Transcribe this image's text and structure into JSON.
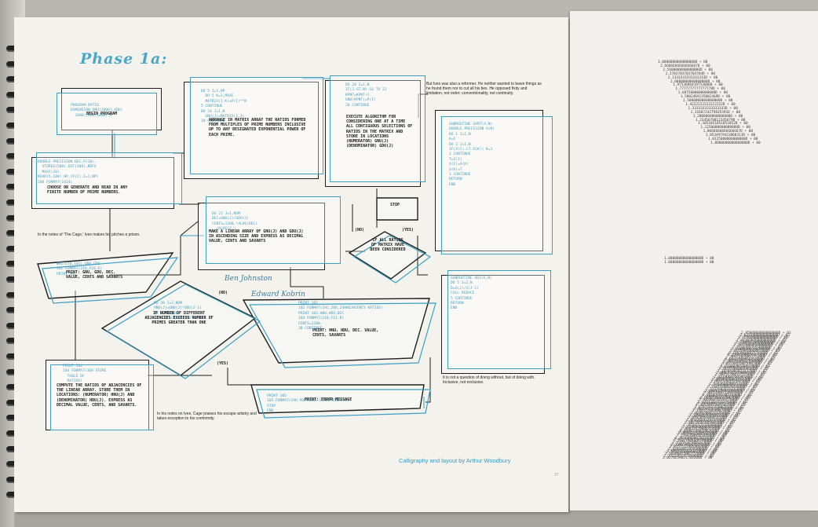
{
  "left_page": {
    "title": "Phase 1a:",
    "credit": "Calligraphy and layout by Arthur Woodbury",
    "page_number": "27",
    "notes": {
      "cage_prison": "In the notes of 'The Cage,' Ives makes his pitches a prison.",
      "cage_praise": "In his notes on Ives, Cage praises his escape artistry and takes exception to his conformity.",
      "reformer": "But Ives was also a reformer. He neither wanted to leave things as he found them nor to cut all his ties. He opposed fixity and limitation, not order; conventionality, not continuity.",
      "without": "It is not a question of doing without, but of doing with. Inclusive, not exclusive."
    },
    "boxes": {
      "begin": "BEGIN PROGRAM",
      "choose_read": "CHOOSE OR GENERATE AND READ IN ANY FINITE NUMBER OF PRIME NUMBERS.",
      "arrange_matrix": "ARRANGE IN MATRIX ARRAY THE RATIOS FORMED FROM MULTIPLES OF PRIME NUMBERS INCLUSIVE UP TO ANY DESIGNATED EXPONENTIAL POWER OF EACH PRIME.",
      "execute": "EXECUTE ALGORITHM FOR CONSIDERING ONE AT A TIME ALL CONTIGUOUS SELECTIONS OF RATIOS IN THE MATRIX AND STORE IN LOCATIONS (NUMERATOR) GNU(J) (DENOMINATOR) GDU(J)",
      "linear_array": "MAKE A LINEAR ARRAY OF GNU(J) AND GDU(J) IN ASCENDING SIZE AND EXPRESS AS DECIMAL VALUE, CENTS AND SAVARTS",
      "stop": "STOP",
      "all_ratios": "IF ALL RATIOS OF MATRIX HAVE BEEN CONSIDERED",
      "print1": "PRINT: GNU, GDU, DEC. VALUE, CENTS AND SAVARTS",
      "diamond": "IF NUMBER OF DIFFERENT ADJACENCIES EXCEEDS NUMBER OF PRIMES GREATER THAN ONE",
      "print2": "PRINT: HNU, HDU, DEC. VALUE, CENTS, SAVARTS",
      "compute": "COMPUTE THE RATIOS OF ADJACENCIES OF THE LINEAR ARRAY. STORE THEM IN LOCATIONS: (NUMERATOR) HNU(J) AND (DENOMINATOR) HDU(J). EXPRESS AS DECIMAL VALUE, CENTS, AND SAVARTS.",
      "error": "PRINT: ERROR MESSAGE"
    },
    "flow_labels": {
      "no1": "(NO)",
      "yes1": "(YES)",
      "no2": "(NO)",
      "yes2": "(YES)"
    },
    "names": {
      "johnston": "Ben Johnston",
      "kobrin": "Edward Kobrin"
    },
    "code": {
      "c1": "PROGRAM RATIO\nDIMENSION GNU(1000),GDU(\n  1000),HNU(1000),H",
      "c2": "DOUBLE PRECISION DEC,P(10),\n  STOREG(500),DIF(100),NDFS\n  MAXY(20)\nREAD(5,100) NP,(P(I),I=1,NP)\n100 FORMAT(10I4)",
      "c3": "DO 5 I=1,NP\n  DO 5 K=1,MAXE\n  MATRIX(I,K)=P(I)**K\n5 CONTINUE\nDO 10 J=1,N\n  GNU(J)=MATRIX(1,J)\n10 CONTINUE",
      "c4": "DO 20 I=1,N\nIF(J.GT.N) GO TO 22\nKPNT=KPNT+1\nGNU(KPNT)=P(I)\n20 CONTINUE",
      "c5": "DO 25 J=1,NUM\nDEC=GNU(J)/GDU(J)\nCENTS=1200.*ALOG(DEC)\n  /ALOG(2.)",
      "c6": "WRITE(6,101) GNU,GDU\n101 FORMAT(2I8,F10.6)\nPRINT 101",
      "c7": "DO 30 J=2,NUM\nHNU(J)=GNU(J)*GDU(J-1)\n30 CONTINUE\nIF(NDIF.GT.NP) GO TO 40",
      "c8": "PRINT 102\n102 FORMAT(1H1,20X,24HADJACENCY RATIOS)\nPRINT 103,HNU,HDU,DEC\n103 FORMAT(2I8,F12.8)\nCENTS=1200.\n30 CONTINUE",
      "c9": "PRINT 104\n104 FORMAT(36H STORE\n  TABLE OF\n  RATIOS)",
      "c10": "SUBROUTINE SORT(X,N)\nDOUBLE PRECISION X(N)\nDO 1 I=1,N\nK=I\nDO 2 J=I,N\nIF(X(J).LT.X(K)) K=J\n2 CONTINUE\nT=X(I)\nX(I)=X(K)\nX(K)=T\n1 CONTINUE\nRETURN\nEND",
      "c11": "SUBROUTINE ADJ(X,N)\nDO 5 J=2,N\nD=X(J)/X(J-1)\nCALL REDUCE\n5 CONTINUE\nRETURN\nEND",
      "c12": "PRINT 105\n105 FORMAT(19H PREVIOUS SCALE INVALID)\nSTOP\nEND"
    }
  },
  "right_page": {
    "cluster1": [
      "3.0000000000000000D + 00",
      "2.6666666666666667D + 00",
      "2.5600000000000000D + 00",
      "2.3703703703703704D + 00",
      "2.1333333333333333D + 00",
      "2.0000000000000000D + 00",
      "1.9753086419753086D + 00",
      "1.7777777777777778D + 00",
      "1.6875000000000000D + 00",
      "1.5802469135802469D + 00",
      "1.5000000000000000D + 00",
      "1.4222222222222222D + 00",
      "1.3333333333333333D + 00",
      "1.3168724279835391D + 00",
      "1.2800000000000000D + 00",
      "1.2345679012345679D + 00",
      "1.1851851851851852D + 00",
      "1.1250000000000000D + 00",
      "1.0666666666666667D + 00",
      "1.0534979423868313D + 00",
      "1.0125000000000000D + 00",
      "1.0000000000000000D + 00"
    ],
    "cluster2": [
      "1.0000000000000000D + 00",
      "1.0000000000000000D + 00"
    ],
    "cluster3": [
      "2.9500000000000000D + 03",
      "2.6214400000000000D + 03",
      "2.3592960000000000D + 03",
      "2.1233664000000000D + 03",
      "1.9110297600000000D + 03",
      "1.7199267840000000D + 03",
      "1.5479341056000000D + 03",
      "1.3931406950400000D + 03",
      "1.2538266255360000D + 03",
      "1.1284439629824000D + 03",
      "1.0155995666841600D + 03",
      "9.1403960001574400D + 02",
      "8.2263564001417000D + 02",
      "7.4037207601275300D + 02",
      "6.6633486841147800D + 02",
      "5.9970138157033000D + 02",
      "5.3973124341329700D + 02",
      "4.8575811907196700D + 02",
      "4.3718230716477000D + 02",
      "3.9346407644829300D + 02",
      "3.5411766880346400D + 02",
      "3.1870590192311700D + 02",
      "2.8683531173080500D + 02",
      "2.5815178055772500D + 02",
      "2.3233660250195200D + 02",
      "2.0910294225175700D + 02",
      "1.8819264802658100D + 02",
      "1.6937338322392300D + 02",
      "1.5243604490153100D + 02",
      "1.3719244041137800D + 02",
      "1.2347319637024000D + 02",
      "1.1112587673321600D + 02",
      "1.0001328905989400D + 02",
      "9.0011960153904900D + 01",
      "8.1010764138514400D + 01",
      "7.2909687724663000D + 01",
      "6.5618718952196700D + 01",
      "5.9056847056977000D + 01",
      "5.3151162351279300D + 01",
      "4.7836046116151400D + 01",
      "4.3052441504536200D + 01",
      "3.8747197354082600D + 01",
      "3.4872477618674400D + 01",
      "3.1385229856807000D + 01",
      "2.8246706871126300D + 01",
      "2.5422036184013700D + 01",
      "2.2879832565612300D + 01",
      "2.0591849309051100D + 01",
      "1.8532664378145900D + 01",
      "1.6679397940331300D + 01",
      "1.5011458146298200D + 01",
      "1.3510312331668400D + 01",
      "1.2159281098501600D + 01",
      "1.0943352988651400D + 01",
      "9.8490176897862600D + 00",
      "8.8641159208076300D + 00",
      "7.9777043287268700D + 00",
      "7.1799338958541800D + 00",
      "6.4619405062687600D + 00",
      "5.8157464556418800D + 00",
      "5.2341718100777000D + 00",
      "4.7107546290699300D + 00",
      "4.2396791661629400D + 00",
      "3.8157112495466400D + 00",
      "3.4341401245919800D + 00",
      "3.0907261121327800D + 00",
      "2.7816535009195000D + 00",
      "2.5034881508275500D + 00",
      "2.2531393357448000D + 00",
      "2.0278254021703200D + 00"
    ]
  }
}
